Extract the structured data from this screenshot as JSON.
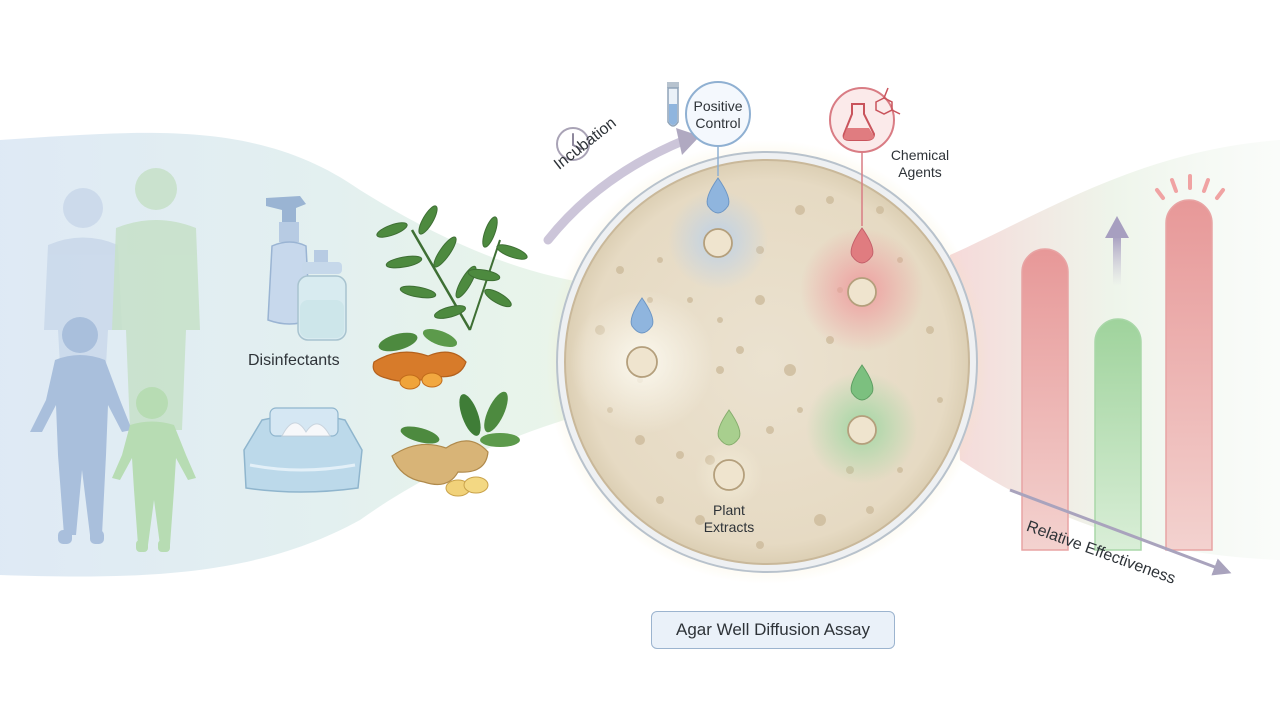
{
  "labels": {
    "disinfectants": "Disinfectants",
    "positive_control": "Positive Control",
    "incubation": "Incubation",
    "chemical_agents": "Chemical Agents",
    "plant_extracts": "Plant Extracts",
    "relative_effectiveness": "Relative Effectiveness",
    "assay_title": "Agar Well Diffusion Assay"
  },
  "wells": [
    {
      "name": "positive-control",
      "color": "#7aa7d8"
    },
    {
      "name": "chemical-agent",
      "color": "#e07c80"
    },
    {
      "name": "disinfectant",
      "color": "#f4f1e6"
    },
    {
      "name": "plant-extract",
      "color": "#d9cfb2"
    },
    {
      "name": "plant-extract-green",
      "color": "#6fc07a"
    }
  ],
  "effectiveness_bars": [
    {
      "name": "chemical-agents",
      "level": 0.86,
      "color": "#e8a4a4"
    },
    {
      "name": "plant-extracts",
      "level": 0.66,
      "color": "#a9d7a8"
    },
    {
      "name": "positive-control",
      "level": 1.0,
      "color": "#e8a4a4"
    }
  ],
  "colors": {
    "blue": "#a9c3e3",
    "green": "#b5dcb3",
    "red": "#e59c9c",
    "agar": "#e9dfcc",
    "arrow": "#b7afc8"
  }
}
